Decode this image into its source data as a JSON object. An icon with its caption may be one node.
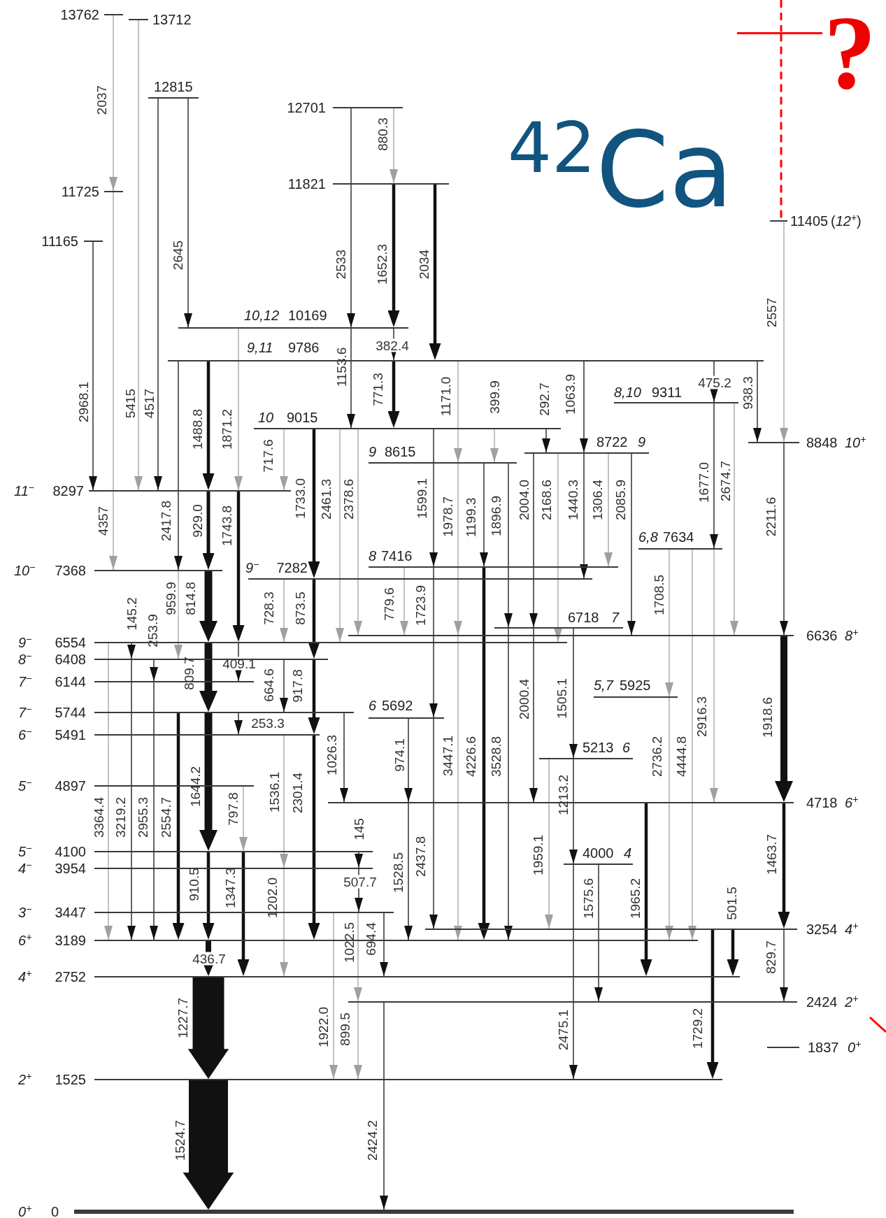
{
  "diagram": {
    "title": "$^{42}$Ca",
    "nodes": [
      {
        "text": [
          "13762"
        ]
      },
      {
        "text": [
          "13712"
        ]
      },
      {
        "text": [],
        "shape": "bar"
      },
      {
        "text": [
          "12815"
        ]
      },
      {
        "text": [
          "12701"
        ]
      },
      {
        "text": [
          "11821"
        ]
      },
      {
        "text": [
          "11725"
        ]
      },
      {
        "text": [
          "11405",
          "(*12*$^{+}$)"
        ]
      },
      {
        "text": [
          "11165"
        ]
      },
      {
        "text": [
          "10,12",
          "10169"
        ]
      },
      {
        "text": [
          "9,11",
          "9786"
        ]
      },
      {
        "text": [
          "8,10",
          "9311"
        ]
      },
      {
        "text": [
          "10",
          "9015"
        ]
      },
      {
        "text": [
          "8848",
          "10$^{+}$"
        ]
      },
      {
        "text": [
          "8722",
          "9"
        ]
      },
      {
        "text": [
          "9",
          "8615"
        ]
      },
      {
        "text": [
          "11$^{−}$",
          "8297"
        ]
      },
      {
        "text": [
          "6,8",
          "7634"
        ]
      },
      {
        "text": [
          "8",
          "7416"
        ]
      },
      {
        "text": [
          "10$^{−}$",
          "7368"
        ]
      },
      {
        "text": [
          "9$^{−}$",
          "7282"
        ]
      },
      {
        "text": [
          "6718",
          "7"
        ]
      },
      {
        "text": [
          "6636",
          "8$^{+}$"
        ]
      },
      {
        "text": [
          "9$^{−}$",
          "6554"
        ]
      },
      {
        "text": [
          "8$^{−}$",
          "6408"
        ]
      },
      {
        "text": [
          "7$^{−}$",
          "6144"
        ]
      },
      {
        "text": [
          "5,7",
          "5925"
        ]
      },
      {
        "text": [
          "7$^{−}$",
          "5744"
        ]
      },
      {
        "text": [
          "6",
          "5692"
        ]
      },
      {
        "text": [
          "6$^{−}$",
          "5491"
        ]
      },
      {
        "text": [
          "5213",
          "6"
        ]
      },
      {
        "text": [
          "5$^{−}$",
          "4897"
        ]
      },
      {
        "text": [
          "4718",
          "6$^{+}$"
        ]
      },
      {
        "text": [
          "5$^{−}$",
          "4100"
        ]
      },
      {
        "text": [
          "4000",
          "4"
        ]
      },
      {
        "text": [
          "4$^{−}$",
          "3954"
        ]
      },
      {
        "text": [
          "3$^{−}$",
          "3447"
        ]
      },
      {
        "text": [
          "3254",
          "4$^{+}$"
        ]
      },
      {
        "text": [
          "6$^{+}$",
          "3189"
        ]
      },
      {
        "text": [
          "4$^{+}$",
          "2752"
        ]
      },
      {
        "text": [
          "2424",
          "2$^{+}$"
        ]
      },
      {
        "text": [
          "1837",
          "0$^{+}$"
        ]
      },
      {
        "text": [
          "2$^{+}$",
          "1525"
        ]
      },
      {
        "text": [
          "0$^{+}$",
          "0"
        ]
      }
    ],
    "edges": [
      {
        "from": 0,
        "to": 6,
        "arrow": "to",
        "label": "2037",
        "color": "#a0a0a0"
      },
      {
        "from": 1,
        "to": 16,
        "arrow": "to",
        "label": "5415",
        "color": "#a0a0a0"
      },
      {
        "from": 3,
        "to": 16,
        "arrow": "to",
        "label": "4517"
      },
      {
        "from": 3,
        "to": 9,
        "arrow": "to",
        "label": "2645"
      },
      {
        "from": 8,
        "to": 16,
        "arrow": "to",
        "label": "2968.1"
      },
      {
        "from": 6,
        "to": 19,
        "arrow": "to",
        "label": "4357",
        "color": "#a0a0a0"
      },
      {
        "from": 4,
        "to": 9,
        "arrow": "to",
        "label": "2533"
      },
      {
        "from": 4,
        "to": 5,
        "arrow": "to",
        "label": "880.3",
        "color": "#a0a0a0"
      },
      {
        "from": 5,
        "to": 9,
        "arrow": "to",
        "label": "1652.3",
        "style": "thick"
      },
      {
        "from": 5,
        "to": 10,
        "arrow": "to",
        "label": "2034",
        "style": "thick"
      },
      {
        "from": 9,
        "to": 10,
        "arrow": "to",
        "label": "382.4"
      },
      {
        "from": 9,
        "to": 12,
        "arrow": "to",
        "label": "1153.6"
      },
      {
        "from": 10,
        "to": 12,
        "arrow": "to",
        "label": "771.3",
        "style": "thick"
      },
      {
        "from": 10,
        "to": 15,
        "arrow": "to",
        "label": "1171.0",
        "color": "#a0a0a0"
      },
      {
        "from": 12,
        "to": 15,
        "arrow": "to",
        "label": "399.9",
        "color": "#a0a0a0"
      },
      {
        "from": 12,
        "to": 14,
        "arrow": "to",
        "label": "292.7"
      },
      {
        "from": 10,
        "to": 14,
        "arrow": "to",
        "label": "1063.9"
      },
      {
        "from": 10,
        "to": 11,
        "arrow": "to",
        "label": "475.2"
      },
      {
        "from": 10,
        "to": 13,
        "arrow": "to",
        "label": "938.3"
      },
      {
        "from": 7,
        "to": 13,
        "arrow": "to",
        "label": "2557",
        "color": "#a0a0a0"
      },
      {
        "from": 2,
        "to": 7,
        "arrow": "none",
        "style": "dashed",
        "color": "#ff0000"
      },
      {
        "from": null,
        "to": 2,
        "arrow": "none",
        "style": "dashed",
        "color": "#ff0000"
      },
      {
        "from": 9,
        "to": 16,
        "arrow": "to",
        "label": "1871.2",
        "color": "#a0a0a0"
      },
      {
        "from": 16,
        "to": 23,
        "arrow": "to",
        "label": "1743.8",
        "style": "thick"
      },
      {
        "from": 10,
        "to": 16,
        "arrow": "to",
        "label": "1488.8",
        "style": "thick"
      },
      {
        "from": 16,
        "to": 19,
        "arrow": "to",
        "label": "929.0",
        "style": "thick"
      },
      {
        "from": 10,
        "to": 19,
        "arrow": "to",
        "label": "2417.8"
      },
      {
        "from": 19,
        "to": 23,
        "arrow": "to",
        "label": "814.8",
        "style": "thick"
      },
      {
        "from": 19,
        "to": 24,
        "arrow": "to",
        "label": "959.9",
        "color": "#a0a0a0"
      },
      {
        "from": 23,
        "to": 24,
        "arrow": "to",
        "label": "145.2"
      },
      {
        "from": 24,
        "to": 25,
        "arrow": "to",
        "label": "253.9"
      },
      {
        "from": 23,
        "to": 25,
        "arrow": "to",
        "label": "409.1"
      },
      {
        "from": 23,
        "to": 27,
        "arrow": "to",
        "label": "809.7",
        "style": "thick"
      },
      {
        "from": 27,
        "to": 33,
        "arrow": "to",
        "label": "1644.2",
        "style": "thick"
      },
      {
        "from": 33,
        "to": 38,
        "arrow": "to",
        "label": "910.5",
        "style": "thick"
      },
      {
        "from": 38,
        "to": 39,
        "arrow": "to",
        "label": "436.7",
        "style": "thick"
      },
      {
        "from": 39,
        "to": 42,
        "arrow": "to",
        "label": "1227.7",
        "style": "thick"
      },
      {
        "from": 42,
        "to": 43,
        "arrow": "to",
        "label": "1524.7",
        "style": "thick"
      },
      {
        "from": 23,
        "to": 38,
        "arrow": "to",
        "label": "3364.4",
        "color": "#a0a0a0"
      },
      {
        "from": 24,
        "to": 38,
        "arrow": "to",
        "label": "3219.2"
      },
      {
        "from": 25,
        "to": 38,
        "arrow": "to",
        "label": "2955.3"
      },
      {
        "from": 27,
        "to": 38,
        "arrow": "to",
        "label": "2554.7",
        "style": "thick"
      },
      {
        "from": 31,
        "to": 33,
        "arrow": "to",
        "label": "797.8",
        "color": "#a0a0a0"
      },
      {
        "from": 33,
        "to": 39,
        "arrow": "to",
        "label": "1347.3",
        "style": "thick"
      },
      {
        "from": 20,
        "to": 23,
        "arrow": "to",
        "label": "728.3",
        "color": "#a0a0a0"
      },
      {
        "from": 24,
        "to": 27,
        "arrow": "to",
        "label": "664.6"
      },
      {
        "from": 29,
        "to": 35,
        "arrow": "to",
        "label": "1536.1",
        "color": "#a0a0a0"
      },
      {
        "from": 35,
        "to": 39,
        "arrow": "to",
        "label": "1202.0",
        "color": "#a0a0a0"
      },
      {
        "from": 12,
        "to": 16,
        "arrow": "to",
        "label": "717.6",
        "color": "#a0a0a0"
      },
      {
        "from": 12,
        "to": 20,
        "arrow": "to",
        "label": "1733.0",
        "style": "thick"
      },
      {
        "from": 20,
        "to": 24,
        "arrow": "to",
        "label": "873.5",
        "style": "thick"
      },
      {
        "from": 24,
        "to": 29,
        "arrow": "to",
        "label": "917.8",
        "style": "thick"
      },
      {
        "from": 29,
        "to": 38,
        "arrow": "to",
        "label": "2301.4",
        "style": "thick"
      },
      {
        "from": 27,
        "to": 29,
        "arrow": "to",
        "label": "253.3"
      },
      {
        "from": 12,
        "to": 23,
        "arrow": "to",
        "label": "2461.3",
        "color": "#a0a0a0"
      },
      {
        "from": 12,
        "to": 22,
        "arrow": "to",
        "label": "2378.6",
        "color": "#a0a0a0"
      },
      {
        "from": 27,
        "to": 32,
        "arrow": "to",
        "label": "1026.3"
      },
      {
        "from": 33,
        "to": 35,
        "arrow": "to",
        "label": "145"
      },
      {
        "from": 35,
        "to": 36,
        "arrow": "to",
        "label": "507.7"
      },
      {
        "from": 36,
        "to": 40,
        "arrow": "to",
        "label": "1022.5",
        "color": "#a0a0a0"
      },
      {
        "from": 40,
        "to": 42,
        "arrow": "to",
        "label": "899.5",
        "color": "#a0a0a0"
      },
      {
        "from": 36,
        "to": 42,
        "arrow": "to",
        "label": "1922.0",
        "color": "#a0a0a0"
      },
      {
        "from": 36,
        "to": 39,
        "arrow": "to",
        "label": "694.4"
      },
      {
        "from": 40,
        "to": 43,
        "arrow": "to",
        "label": "2424.2"
      },
      {
        "from": 12,
        "to": 18,
        "arrow": "to",
        "label": "1599.1"
      },
      {
        "from": 18,
        "to": 28,
        "arrow": "to",
        "label": "1723.9"
      },
      {
        "from": 18,
        "to": 22,
        "arrow": "to",
        "label": "779.6",
        "color": "#a0a0a0"
      },
      {
        "from": 28,
        "to": 32,
        "arrow": "to",
        "label": "974.1"
      },
      {
        "from": 32,
        "to": 38,
        "arrow": "to",
        "label": "1528.5"
      },
      {
        "from": 28,
        "to": 37,
        "arrow": "to",
        "label": "2437.8"
      },
      {
        "from": 15,
        "to": 22,
        "arrow": "to",
        "label": "1978.7",
        "color": "#a0a0a0"
      },
      {
        "from": 22,
        "to": 38,
        "arrow": "to",
        "label": "3447.1",
        "color": "#a0a0a0"
      },
      {
        "from": 15,
        "to": 18,
        "arrow": "to",
        "label": "1199.3"
      },
      {
        "from": 18,
        "to": 38,
        "arrow": "to",
        "label": "4226.6",
        "style": "thick"
      },
      {
        "from": 15,
        "to": 21,
        "arrow": "to",
        "label": "1896.9"
      },
      {
        "from": 21,
        "to": 38,
        "arrow": "to",
        "label": "3528.8"
      },
      {
        "from": 14,
        "to": 21,
        "arrow": "to",
        "label": "2004.0"
      },
      {
        "from": 21,
        "to": 32,
        "arrow": "to",
        "label": "2000.4"
      },
      {
        "from": 14,
        "to": 23,
        "arrow": "to",
        "label": "2168.6",
        "color": "#a0a0a0"
      },
      {
        "from": 14,
        "to": 20,
        "arrow": "to",
        "label": "1440.3"
      },
      {
        "from": 14,
        "to": 18,
        "arrow": "to",
        "label": "1306.4",
        "color": "#a0a0a0"
      },
      {
        "from": 14,
        "to": 22,
        "arrow": "to",
        "label": "2085.9"
      },
      {
        "from": 21,
        "to": 30,
        "arrow": "to",
        "label": "1505.1"
      },
      {
        "from": 30,
        "to": 34,
        "arrow": "to",
        "label": "1213.2"
      },
      {
        "from": 30,
        "to": 37,
        "arrow": "to",
        "label": "1959.1",
        "color": "#a0a0a0"
      },
      {
        "from": 34,
        "to": 42,
        "arrow": "to",
        "label": "2475.1"
      },
      {
        "from": 34,
        "to": 40,
        "arrow": "to",
        "label": "1575.6"
      },
      {
        "from": 32,
        "to": 39,
        "arrow": "to",
        "label": "1965.2",
        "style": "thick"
      },
      {
        "from": 17,
        "to": 26,
        "arrow": "to",
        "label": "1708.5",
        "color": "#a0a0a0"
      },
      {
        "from": 26,
        "to": 38,
        "arrow": "to",
        "label": "2736.2",
        "color": "#a0a0a0"
      },
      {
        "from": 17,
        "to": 38,
        "arrow": "to",
        "label": "4444.8",
        "color": "#a0a0a0"
      },
      {
        "from": 11,
        "to": 17,
        "arrow": "to",
        "label": "1677.0"
      },
      {
        "from": 17,
        "to": 32,
        "arrow": "to",
        "label": "2916.3",
        "color": "#a0a0a0"
      },
      {
        "from": 11,
        "to": 22,
        "arrow": "to",
        "label": "2674.7",
        "color": "#a0a0a0"
      },
      {
        "from": 13,
        "to": 22,
        "arrow": "to",
        "label": "2211.6"
      },
      {
        "from": 22,
        "to": 32,
        "arrow": "to",
        "label": "1918.6",
        "style": "thick"
      },
      {
        "from": 32,
        "to": 37,
        "arrow": "to",
        "label": "1463.7",
        "style": "thick"
      },
      {
        "from": 37,
        "to": 40,
        "arrow": "to",
        "label": "829.7"
      },
      {
        "from": 37,
        "to": 39,
        "arrow": "to",
        "label": "501.5",
        "style": "thick"
      },
      {
        "from": 37,
        "to": 42,
        "arrow": "to",
        "label": "1729.2",
        "style": "thick"
      }
    ],
    "labels": [
      "?"
    ]
  }
}
